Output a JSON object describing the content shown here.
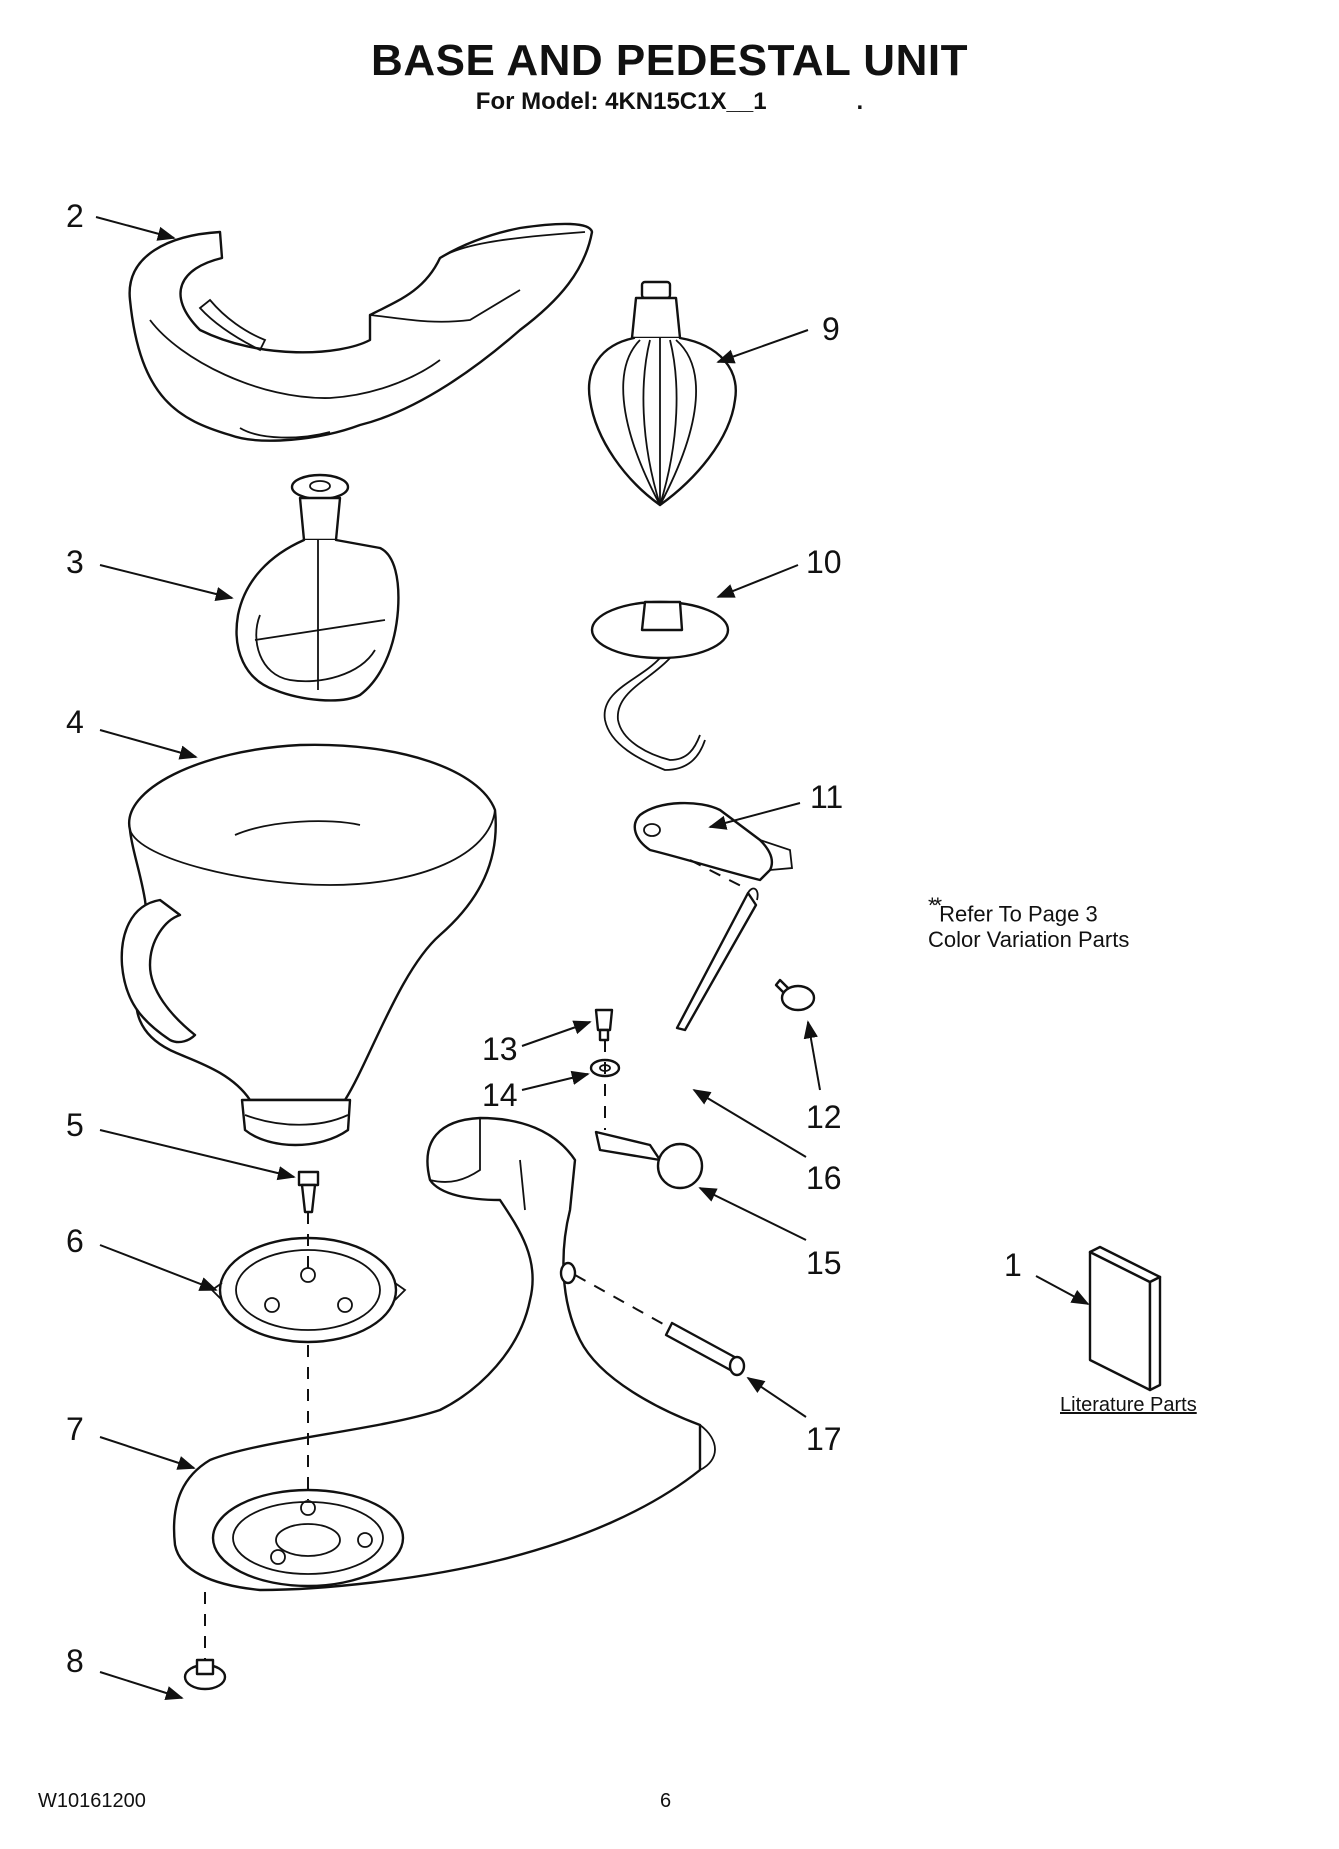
{
  "title": "BASE AND PEDESTAL UNIT",
  "subtitle": "For Model: 4KN15C1X__1",
  "subtitle_trailing": ".",
  "note": {
    "marker": "**",
    "line1": "Refer To Page 3",
    "line2": "Color Variation Parts"
  },
  "literature_label": "Literature Parts",
  "callouts": [
    "1",
    "2",
    "3",
    "4",
    "5",
    "6",
    "7",
    "8",
    "9",
    "10",
    "11",
    "12",
    "13",
    "14",
    "15",
    "16",
    "17"
  ],
  "footer": {
    "doc_number": "W10161200",
    "page_number": "6"
  }
}
